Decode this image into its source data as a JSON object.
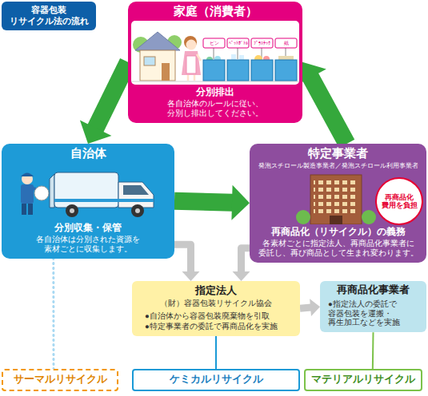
{
  "diagram": {
    "title": "容器包装 リサイクル法の流れ",
    "nodes": [
      {
        "text": [
          "家庭（消費者）",
          "分別排出",
          "各自治体のルールに従い、 分別し排出してください。"
        ]
      },
      {
        "text": [
          "自治体",
          "分別収集・保管",
          "各自治体は分別された資源を 素材ごとに収集します。"
        ]
      },
      {
        "text": [
          "特定事業者",
          "発泡スチロール製造事業者／発泡スチロール利用事業者",
          "再商品化（リサイクル）の義務",
          "各素材ごとに指定法人、再商品化事業者に 委託し、再び商品として生まれ変わります。"
        ]
      },
      {
        "text": [
          "再商品化 費用を負担"
        ],
        "in": 2
      },
      {
        "text": [
          "指定法人",
          "（財）容器包装リサイクル協会",
          "●自治体から容器包装廃棄物を引取",
          "●特定事業者の委託で再商品化を実施"
        ]
      },
      {
        "text": [
          "再商品化事業者",
          "●指定法人の委託で 容器包装を運搬・ 再生加工などを実施"
        ]
      },
      {
        "text": [
          "サーマルリサイクル"
        ]
      },
      {
        "text": [
          "ケミカルリサイクル"
        ]
      },
      {
        "text": [
          "マテリアルリサイクル"
        ]
      }
    ],
    "edges": [
      {
        "from": 0,
        "to": 1,
        "arrow": "to"
      },
      {
        "from": 1,
        "to": 2,
        "arrow": "to"
      },
      {
        "from": 2,
        "to": 0,
        "arrow": "to"
      },
      {
        "from": 1,
        "to": 4,
        "arrow": "to"
      },
      {
        "from": 2,
        "to": 4,
        "arrow": "to"
      },
      {
        "from": 4,
        "to": 5,
        "arrow": "to"
      },
      {
        "from": 1,
        "to": 6,
        "arrow": "none"
      },
      {
        "from": 4,
        "to": 7,
        "arrow": "none"
      },
      {
        "from": 5,
        "to": 8,
        "arrow": "none"
      }
    ],
    "labels": [
      "ビン",
      "ﾍﾟｯﾄﾎﾞﾄﾙ",
      "ﾌﾟﾗｽﾁｯｸ",
      "紙"
    ]
  }
}
